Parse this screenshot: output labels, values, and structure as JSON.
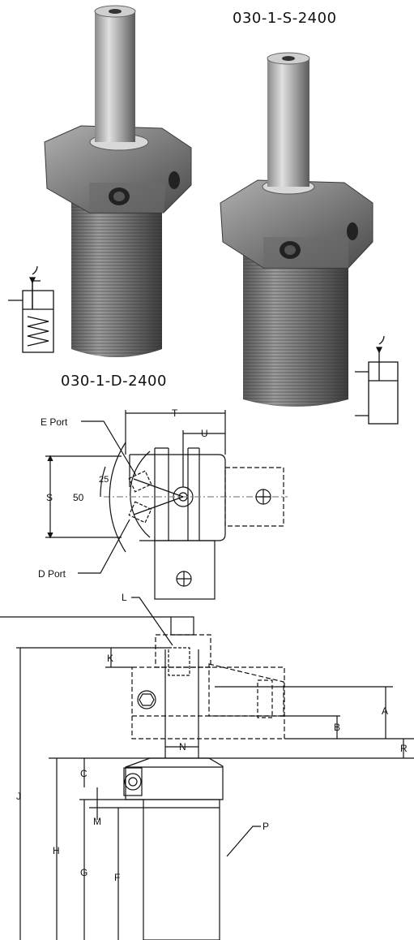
{
  "models": {
    "single_acting": "030-1-S-2400",
    "double_acting": "030-1-D-2400"
  },
  "top_view": {
    "angle_small": "25",
    "angle_large": "50",
    "e_port": "E Port",
    "d_port": "D Port",
    "dim_s": "S",
    "dim_t": "T",
    "dim_u": "U"
  },
  "side_view": {
    "labels": {
      "L": "L",
      "K": "K",
      "A": "A",
      "B": "B",
      "R": "R",
      "N": "N",
      "C": "C",
      "M": "M",
      "J": "J",
      "H": "H",
      "G": "G",
      "F": "F",
      "P": "P"
    }
  },
  "colors": {
    "line": "#111111",
    "centerline": "#888888",
    "metal_light": "#c9c9c9",
    "metal_dark": "#4a4a4a"
  }
}
